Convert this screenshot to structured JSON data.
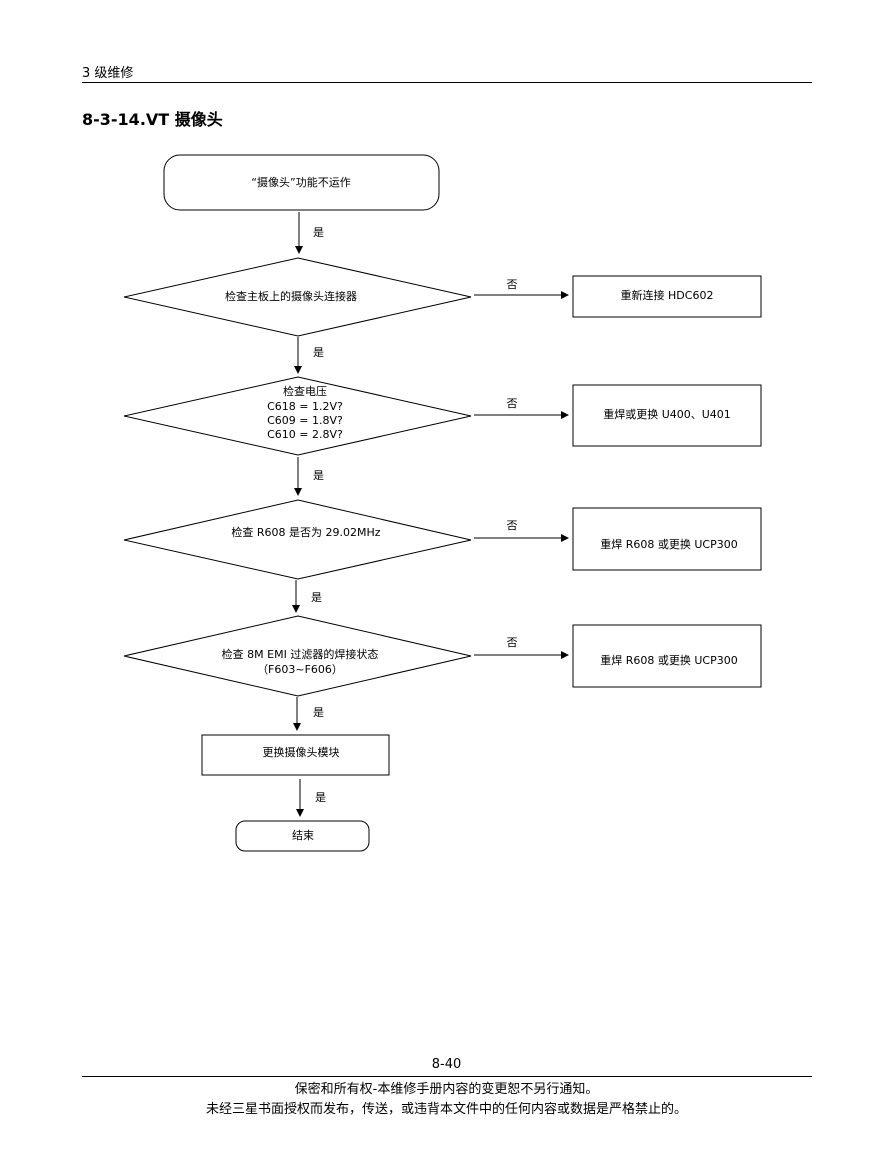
{
  "header": {
    "section_label": "3 级维修"
  },
  "title": "8-3-14.VT 摄像头",
  "flowchart": {
    "start": "“摄像头”功能不运作",
    "decisions": [
      {
        "lines": [
          "检查主板上的摄像头连接器"
        ],
        "no_action": "重新连接 HDC602"
      },
      {
        "lines": [
          "检查电压",
          "C618 = 1.2V?",
          "C609 = 1.8V?",
          "C610 = 2.8V?"
        ],
        "no_action": "重焊或更换 U400、U401"
      },
      {
        "lines": [
          "检查 R608 是否为 29.02MHz"
        ],
        "no_action": "重焊 R608 或更换 UCP300"
      },
      {
        "lines": [
          "检查 8M EMI 过滤器的焊接状态",
          "（F603~F606）"
        ],
        "no_action": "重焊 R608 或更换 UCP300"
      }
    ],
    "process": "更换摄像头模块",
    "end": "结束",
    "yes_label": "是",
    "no_label": "否"
  },
  "footer": {
    "page_number": "8-40",
    "line1": "保密和所有权-本维修手册内容的变更恕不另行通知。",
    "line2": "未经三星书面授权而发布，传送，或违背本文件中的任何内容或数据是严格禁止的。"
  }
}
